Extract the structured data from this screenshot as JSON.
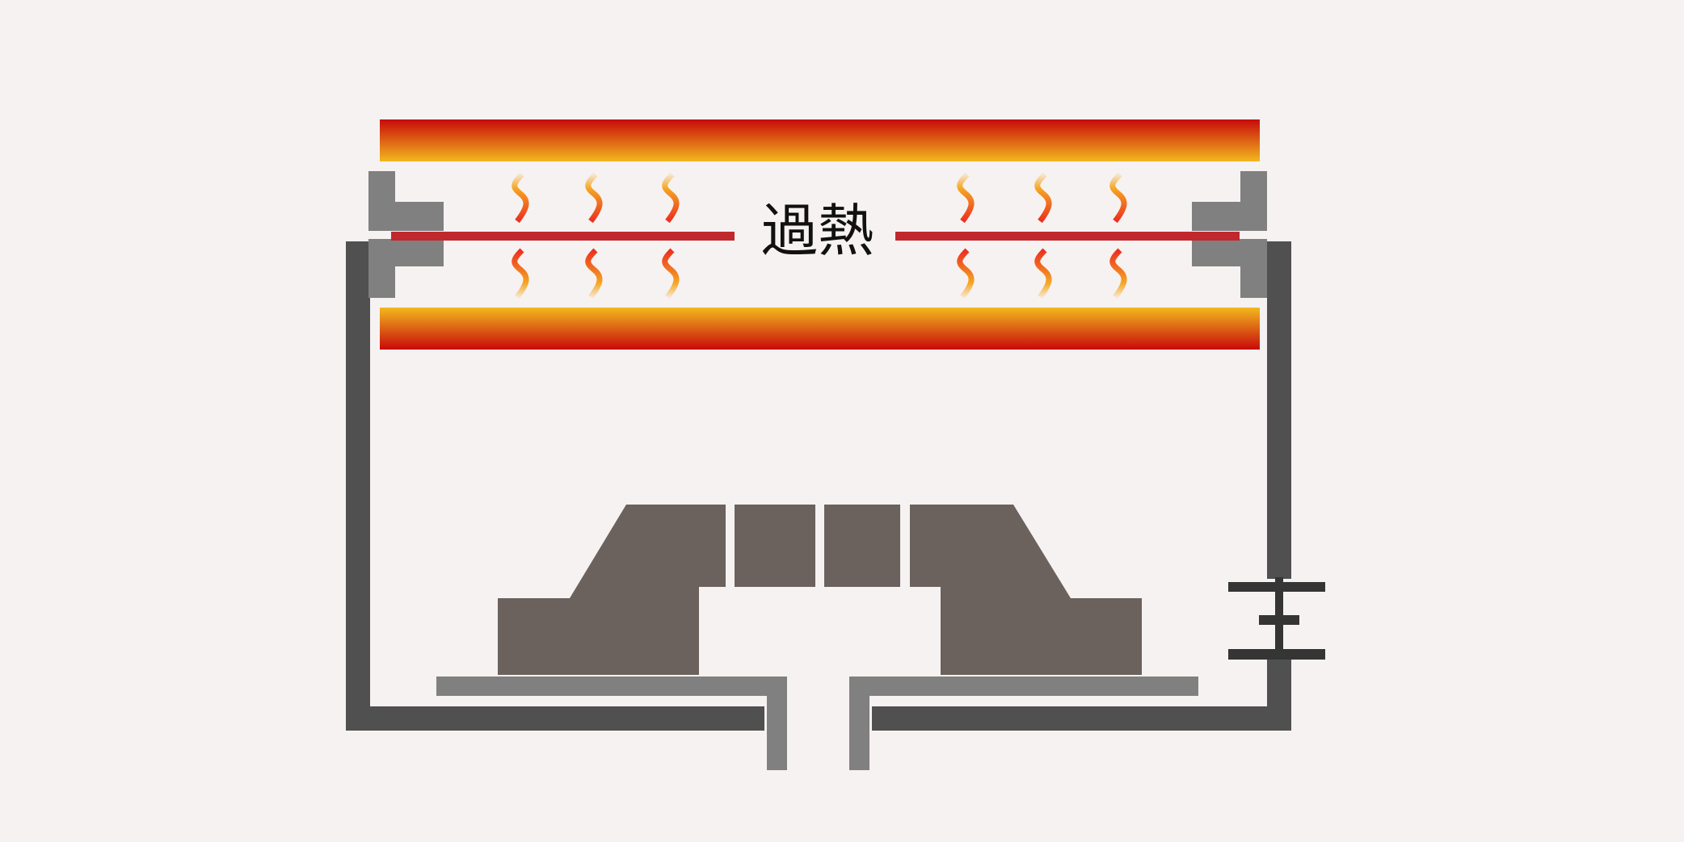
{
  "label": {
    "text": "過熱"
  },
  "colors": {
    "background": "#f6f2f1",
    "chamber_wall": "#505050",
    "clamp": "#808080",
    "pipe": "#808080",
    "magnet_block": "#6b625d",
    "heater_hot": "#c80a0a",
    "heater_warm": "#f2b81e",
    "target_plate": "#c1282d",
    "capacitor": "#353535",
    "wave_hot": "#ec2f1f",
    "wave_warm": "#f5a623"
  },
  "icons": {
    "heat_waves": "wavy-heat-lines",
    "capacitor": "capacitor-symbol"
  }
}
